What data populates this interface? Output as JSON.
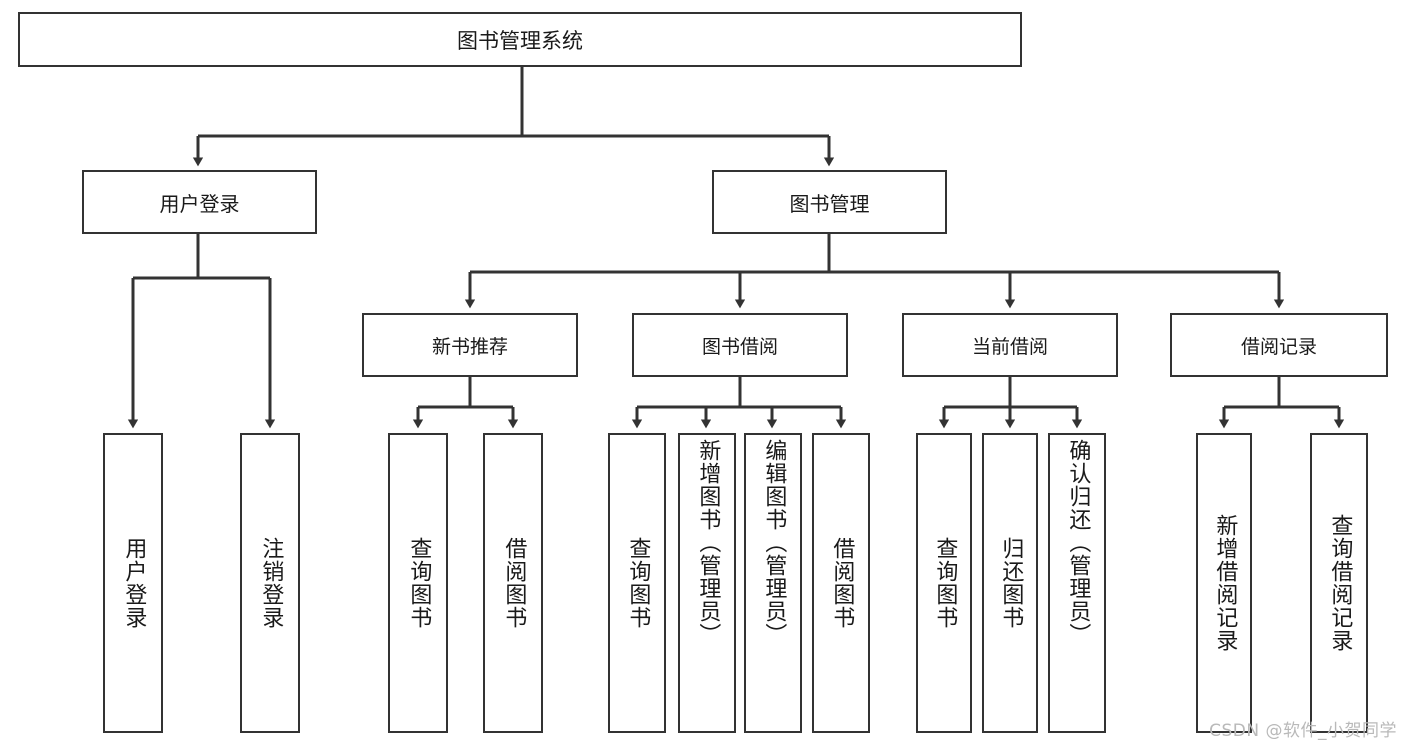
{
  "diagram": {
    "title": "图书管理系统",
    "type": "tree",
    "root": {
      "id": "root",
      "label": "图书管理系统",
      "level": 0
    },
    "level2": [
      {
        "id": "user-login",
        "label": "用户登录"
      },
      {
        "id": "book-manage",
        "label": "图书管理"
      }
    ],
    "level3": [
      {
        "id": "new-book-recommend",
        "label": "新书推荐",
        "parent": "book-manage"
      },
      {
        "id": "book-borrow",
        "label": "图书借阅",
        "parent": "book-manage"
      },
      {
        "id": "current-borrow",
        "label": "当前借阅",
        "parent": "book-manage"
      },
      {
        "id": "borrow-record",
        "label": "借阅记录",
        "parent": "book-manage"
      }
    ],
    "leaves": [
      {
        "id": "leaf-user-login",
        "label": "用户登录",
        "parent": "user-login"
      },
      {
        "id": "leaf-logout",
        "label": "注销登录",
        "parent": "user-login"
      },
      {
        "id": "leaf-query-book-1",
        "label": "查询图书",
        "parent": "new-book-recommend"
      },
      {
        "id": "leaf-borrow-book-1",
        "label": "借阅图书",
        "parent": "new-book-recommend"
      },
      {
        "id": "leaf-query-book-2",
        "label": "查询图书",
        "parent": "book-borrow"
      },
      {
        "id": "leaf-add-book",
        "label": "新增图书（管理员）",
        "parent": "book-borrow"
      },
      {
        "id": "leaf-edit-book",
        "label": "编辑图书（管理员）",
        "parent": "book-borrow"
      },
      {
        "id": "leaf-borrow-book-2",
        "label": "借阅图书",
        "parent": "book-borrow"
      },
      {
        "id": "leaf-query-book-3",
        "label": "查询图书",
        "parent": "current-borrow"
      },
      {
        "id": "leaf-return-book",
        "label": "归还图书",
        "parent": "current-borrow"
      },
      {
        "id": "leaf-confirm-return",
        "label": "确认归还（管理员）",
        "parent": "current-borrow"
      },
      {
        "id": "leaf-add-record",
        "label": "新增借阅记录",
        "parent": "borrow-record"
      },
      {
        "id": "leaf-query-record",
        "label": "查询借阅记录",
        "parent": "borrow-record"
      }
    ],
    "colors": {
      "stroke": "#333333",
      "box_fill": "#ffffff",
      "text": "#1a1a1a",
      "watermark": "#b9b9b9",
      "background": "#ffffff"
    }
  },
  "watermark": {
    "text": "CSDN @软件_小贺同学"
  }
}
